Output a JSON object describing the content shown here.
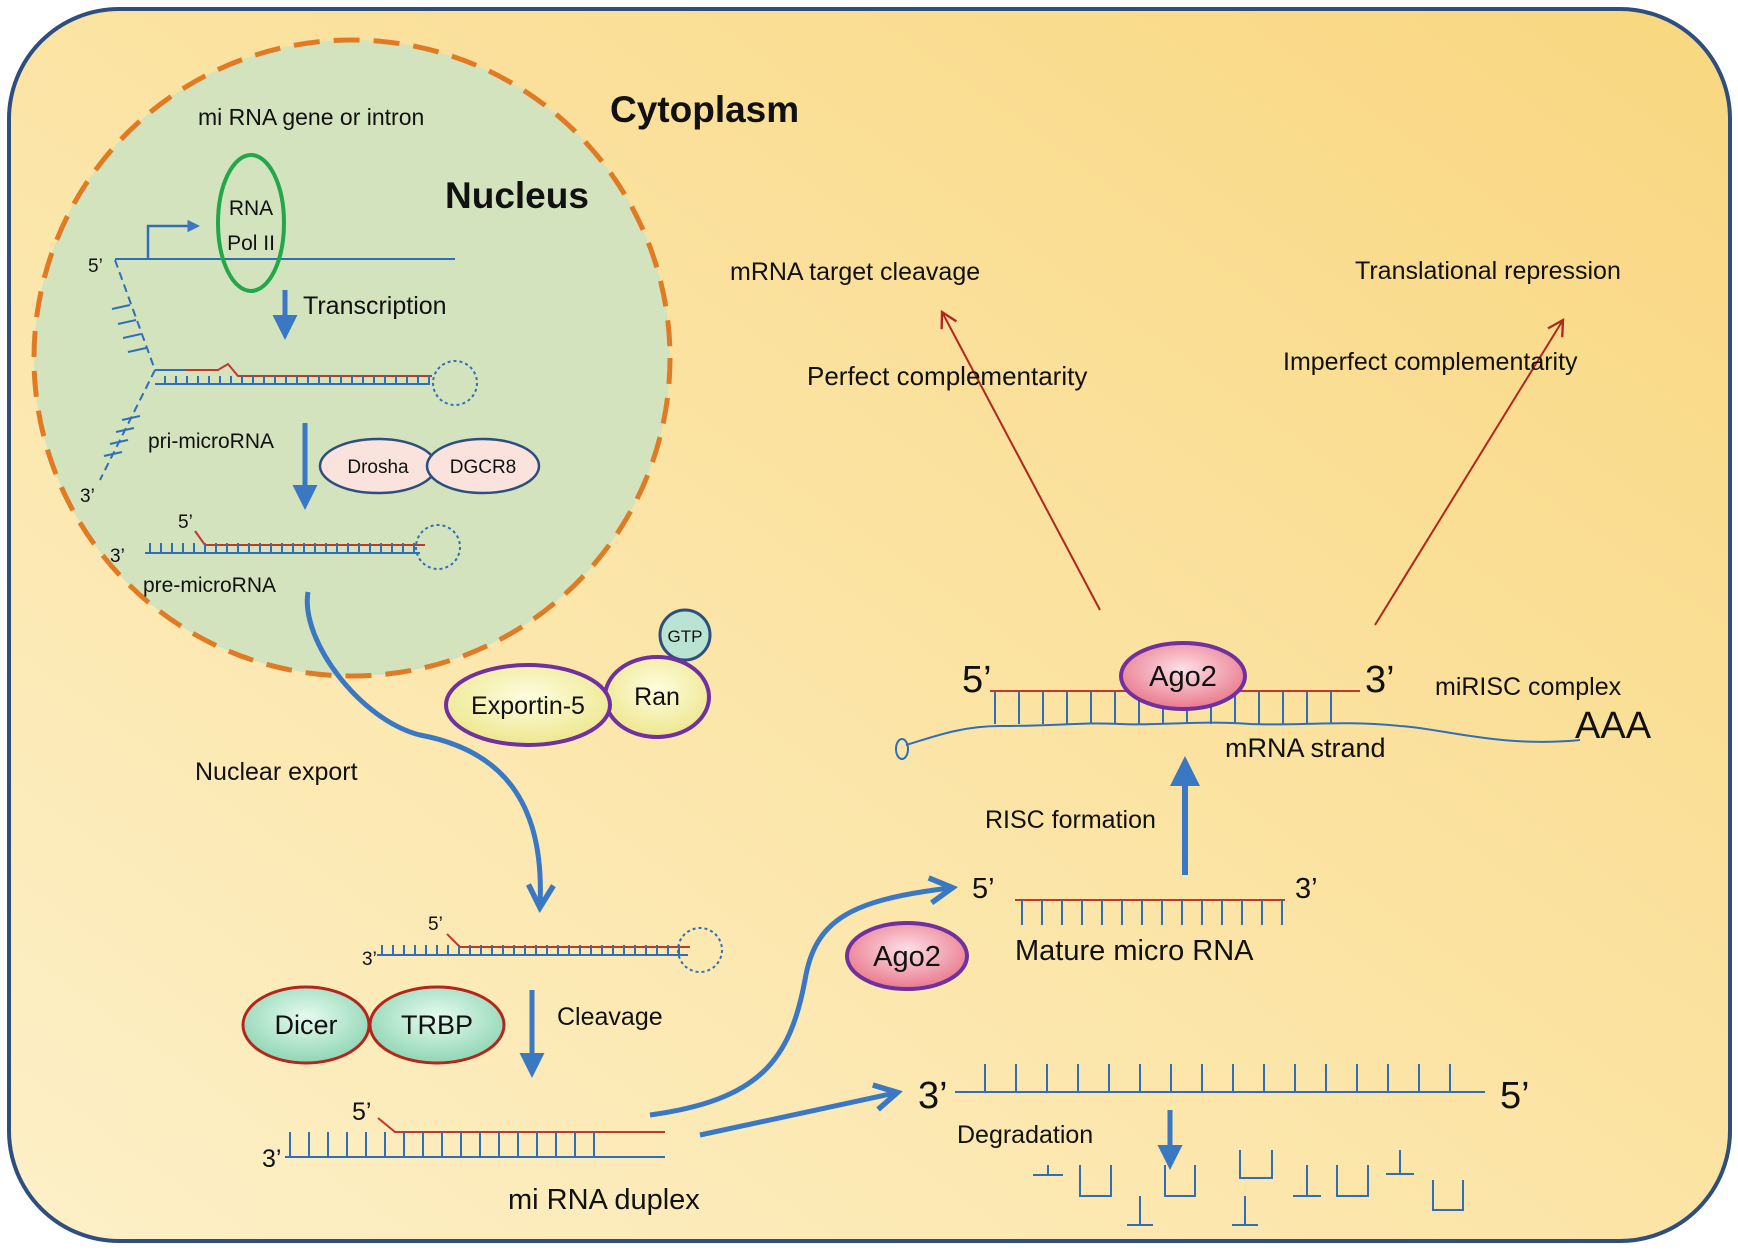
{
  "regions": {
    "cytoplasm": "Cytoplasm",
    "nucleus": "Nucleus"
  },
  "nucleus_labels": {
    "gene": "mi RNA gene or intron",
    "rna_pol_line1": "RNA",
    "rna_pol_line2": "Pol II",
    "five_prime": "5’",
    "three_prime": "3’",
    "transcription": "Transcription",
    "pri_microrna": "pri-microRNA",
    "pre_microrna": "pre-microRNA"
  },
  "proteins": {
    "drosha": "Drosha",
    "dgcr8": "DGCR8",
    "exportin5": "Exportin-5",
    "ran": "Ran",
    "gtp": "GTP",
    "dicer": "Dicer",
    "trbp": "TRBP",
    "ago2_free": "Ago2",
    "ago2_complex": "Ago2"
  },
  "process_labels": {
    "nuclear_export": "Nuclear export",
    "cleavage": "Cleavage",
    "mirna_duplex": "mi RNA duplex",
    "risc_formation": "RISC formation",
    "mature_microrna": "Mature micro RNA",
    "degradation": "Degradation",
    "mirisc_complex": "miRISC complex",
    "mrna_strand": "mRNA strand",
    "aaa": "AAA",
    "perfect": "Perfect complementarity",
    "imperfect": "Imperfect complementarity",
    "cleavage_outcome": "mRNA target cleavage",
    "repression_outcome": "Translational repression"
  },
  "strand_ends": {
    "five": "5’",
    "three": "3’"
  },
  "colors": {
    "cell_fill_light": "#fdf0c8",
    "cell_fill_dark": "#f9da8c",
    "cell_border": "#2d4e7e",
    "nucleus_fill": "#d3e3bd",
    "nucleus_border": "#e07b24",
    "strand_blue": "#2e6fb8",
    "strand_red": "#c0392b",
    "arrow_blue": "#3b78c4",
    "pol_green": "#22a84a",
    "drosha_fill": "#f9e3dc",
    "exportin_fill": "#f7f3b0",
    "exportin_border": "#7030a0",
    "gtp_fill": "#b9e3d2",
    "dicer_fill": "#b5e8cf",
    "ago2_fill": "#ee8a9a",
    "outcome_red": "#b3261e"
  }
}
